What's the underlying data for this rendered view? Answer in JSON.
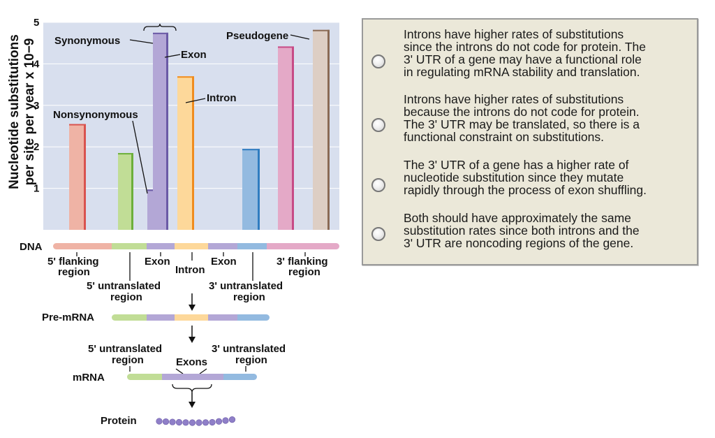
{
  "chart_data": {
    "type": "bar",
    "ylabel_lines": [
      "Nucleotide substitutions",
      "per site per year x 10−9"
    ],
    "ylim": [
      0,
      5
    ],
    "yticks": [
      "1",
      "2",
      "3",
      "4",
      "5"
    ],
    "grid": true,
    "bars": [
      {
        "region": "5' flanking region",
        "value": 2.55,
        "color": "#efb3a5",
        "edge": "#d9534f"
      },
      {
        "region": "5' untranslated region",
        "value": 1.85,
        "color": "#c1dd96",
        "edge": "#6caf3b"
      },
      {
        "region": "Exon (nonsynonymous)",
        "value": 0.97,
        "color": "#b3a7d6",
        "edge": "#6b5aa6"
      },
      {
        "region": "Exon (synonymous)",
        "value": 4.75,
        "color": "#b3a7d6",
        "edge": "#6b5aa6"
      },
      {
        "region": "Intron",
        "value": 3.7,
        "color": "#fdd89a",
        "edge": "#f08c1e"
      },
      {
        "region": "3' untranslated region",
        "value": 1.95,
        "color": "#93bae0",
        "edge": "#2f7cc0"
      },
      {
        "region": "3' flanking region",
        "value": 4.42,
        "color": "#e4a9c7",
        "edge": "#c74b86"
      },
      {
        "region": "Pseudogene",
        "value": 4.82,
        "color": "#ddcec4",
        "edge": "#8a6a55"
      }
    ],
    "annotations": {
      "synonymous": "Synonymous",
      "exon": "Exon",
      "nonsynonymous": "Nonsynonymous",
      "intron": "Intron",
      "pseudogene": "Pseudogene"
    }
  },
  "diagram": {
    "dna_label": "DNA",
    "dna_regions": {
      "flank5": [
        "5' flanking",
        "region"
      ],
      "exon1": "Exon",
      "intron": "Intron",
      "exon2": "Exon",
      "flank3": [
        "3'  flanking",
        "region"
      ],
      "utr5": [
        "5' untranslated",
        "region"
      ],
      "utr3": [
        "3' untranslated",
        "region"
      ]
    },
    "premrna_label": "Pre-mRNA",
    "mrna_label": "mRNA",
    "mrna_utr5": [
      "5' untranslated",
      "region"
    ],
    "mrna_utr3": [
      "3'  untranslated",
      "region"
    ],
    "exons_label": "Exons",
    "protein_label": "Protein"
  },
  "options": [
    {
      "lines": [
        "Introns have higher rates of substitutions",
        "since the introns do not code for protein. The",
        "3' UTR of a gene may have a functional role",
        "in regulating mRNA stability and translation."
      ]
    },
    {
      "lines": [
        "Introns have higher rates of substitutions",
        "because the introns do not code for protein.",
        "The 3' UTR may be translated, so there is a",
        "functional constraint on substitutions."
      ]
    },
    {
      "lines": [
        "The 3' UTR of a gene has a higher rate of",
        "nucleotide substitution since they mutate",
        "rapidly through the process of exon shuffling."
      ]
    },
    {
      "lines": [
        "Both should have approximately the same",
        "substitution rates since both introns and the",
        "3' UTR are noncoding regions of the gene."
      ]
    }
  ]
}
